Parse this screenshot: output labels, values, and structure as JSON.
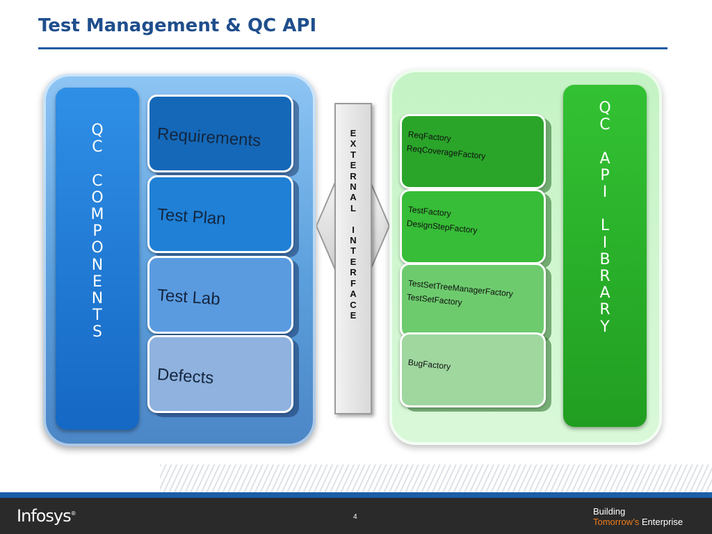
{
  "slide": {
    "title": "Test Management & QC API",
    "page_number": "4"
  },
  "left": {
    "side_label": "Q\nC\n\nC\nO\nM\nP\nO\nN\nE\nN\nT\nS",
    "cards": [
      "Requirements",
      "Test Plan",
      "Test Lab",
      "Defects"
    ]
  },
  "middle": {
    "label": "E\nX\nT\nE\nR\nN\nA\nL\n\nI\nN\nT\nE\nR\nF\nA\nC\nE"
  },
  "right": {
    "side_label": "Q\nC\n\nA\nP\nI\n\nL\nI\nB\nR\nA\nR\nY",
    "cards": [
      [
        "ReqFactory",
        "ReqCoverageFactory"
      ],
      [
        "TestFactory",
        "DesignStepFactory"
      ],
      [
        "TestSetTreeManagerFactory",
        "TestSetFactory"
      ],
      [
        "BugFactory"
      ]
    ]
  },
  "footer": {
    "logo": "Infosys",
    "logo_mark": "®",
    "tagline_line1": "Building",
    "tagline_accent": "Tomorrow’s",
    "tagline_rest": " Enterprise"
  },
  "colors": {
    "title": "#1f4e8c",
    "left_bar": "#1568c4",
    "right_bar": "#219e21",
    "tagline_accent": "#f07d1a",
    "footer": "#2a2a2a"
  }
}
